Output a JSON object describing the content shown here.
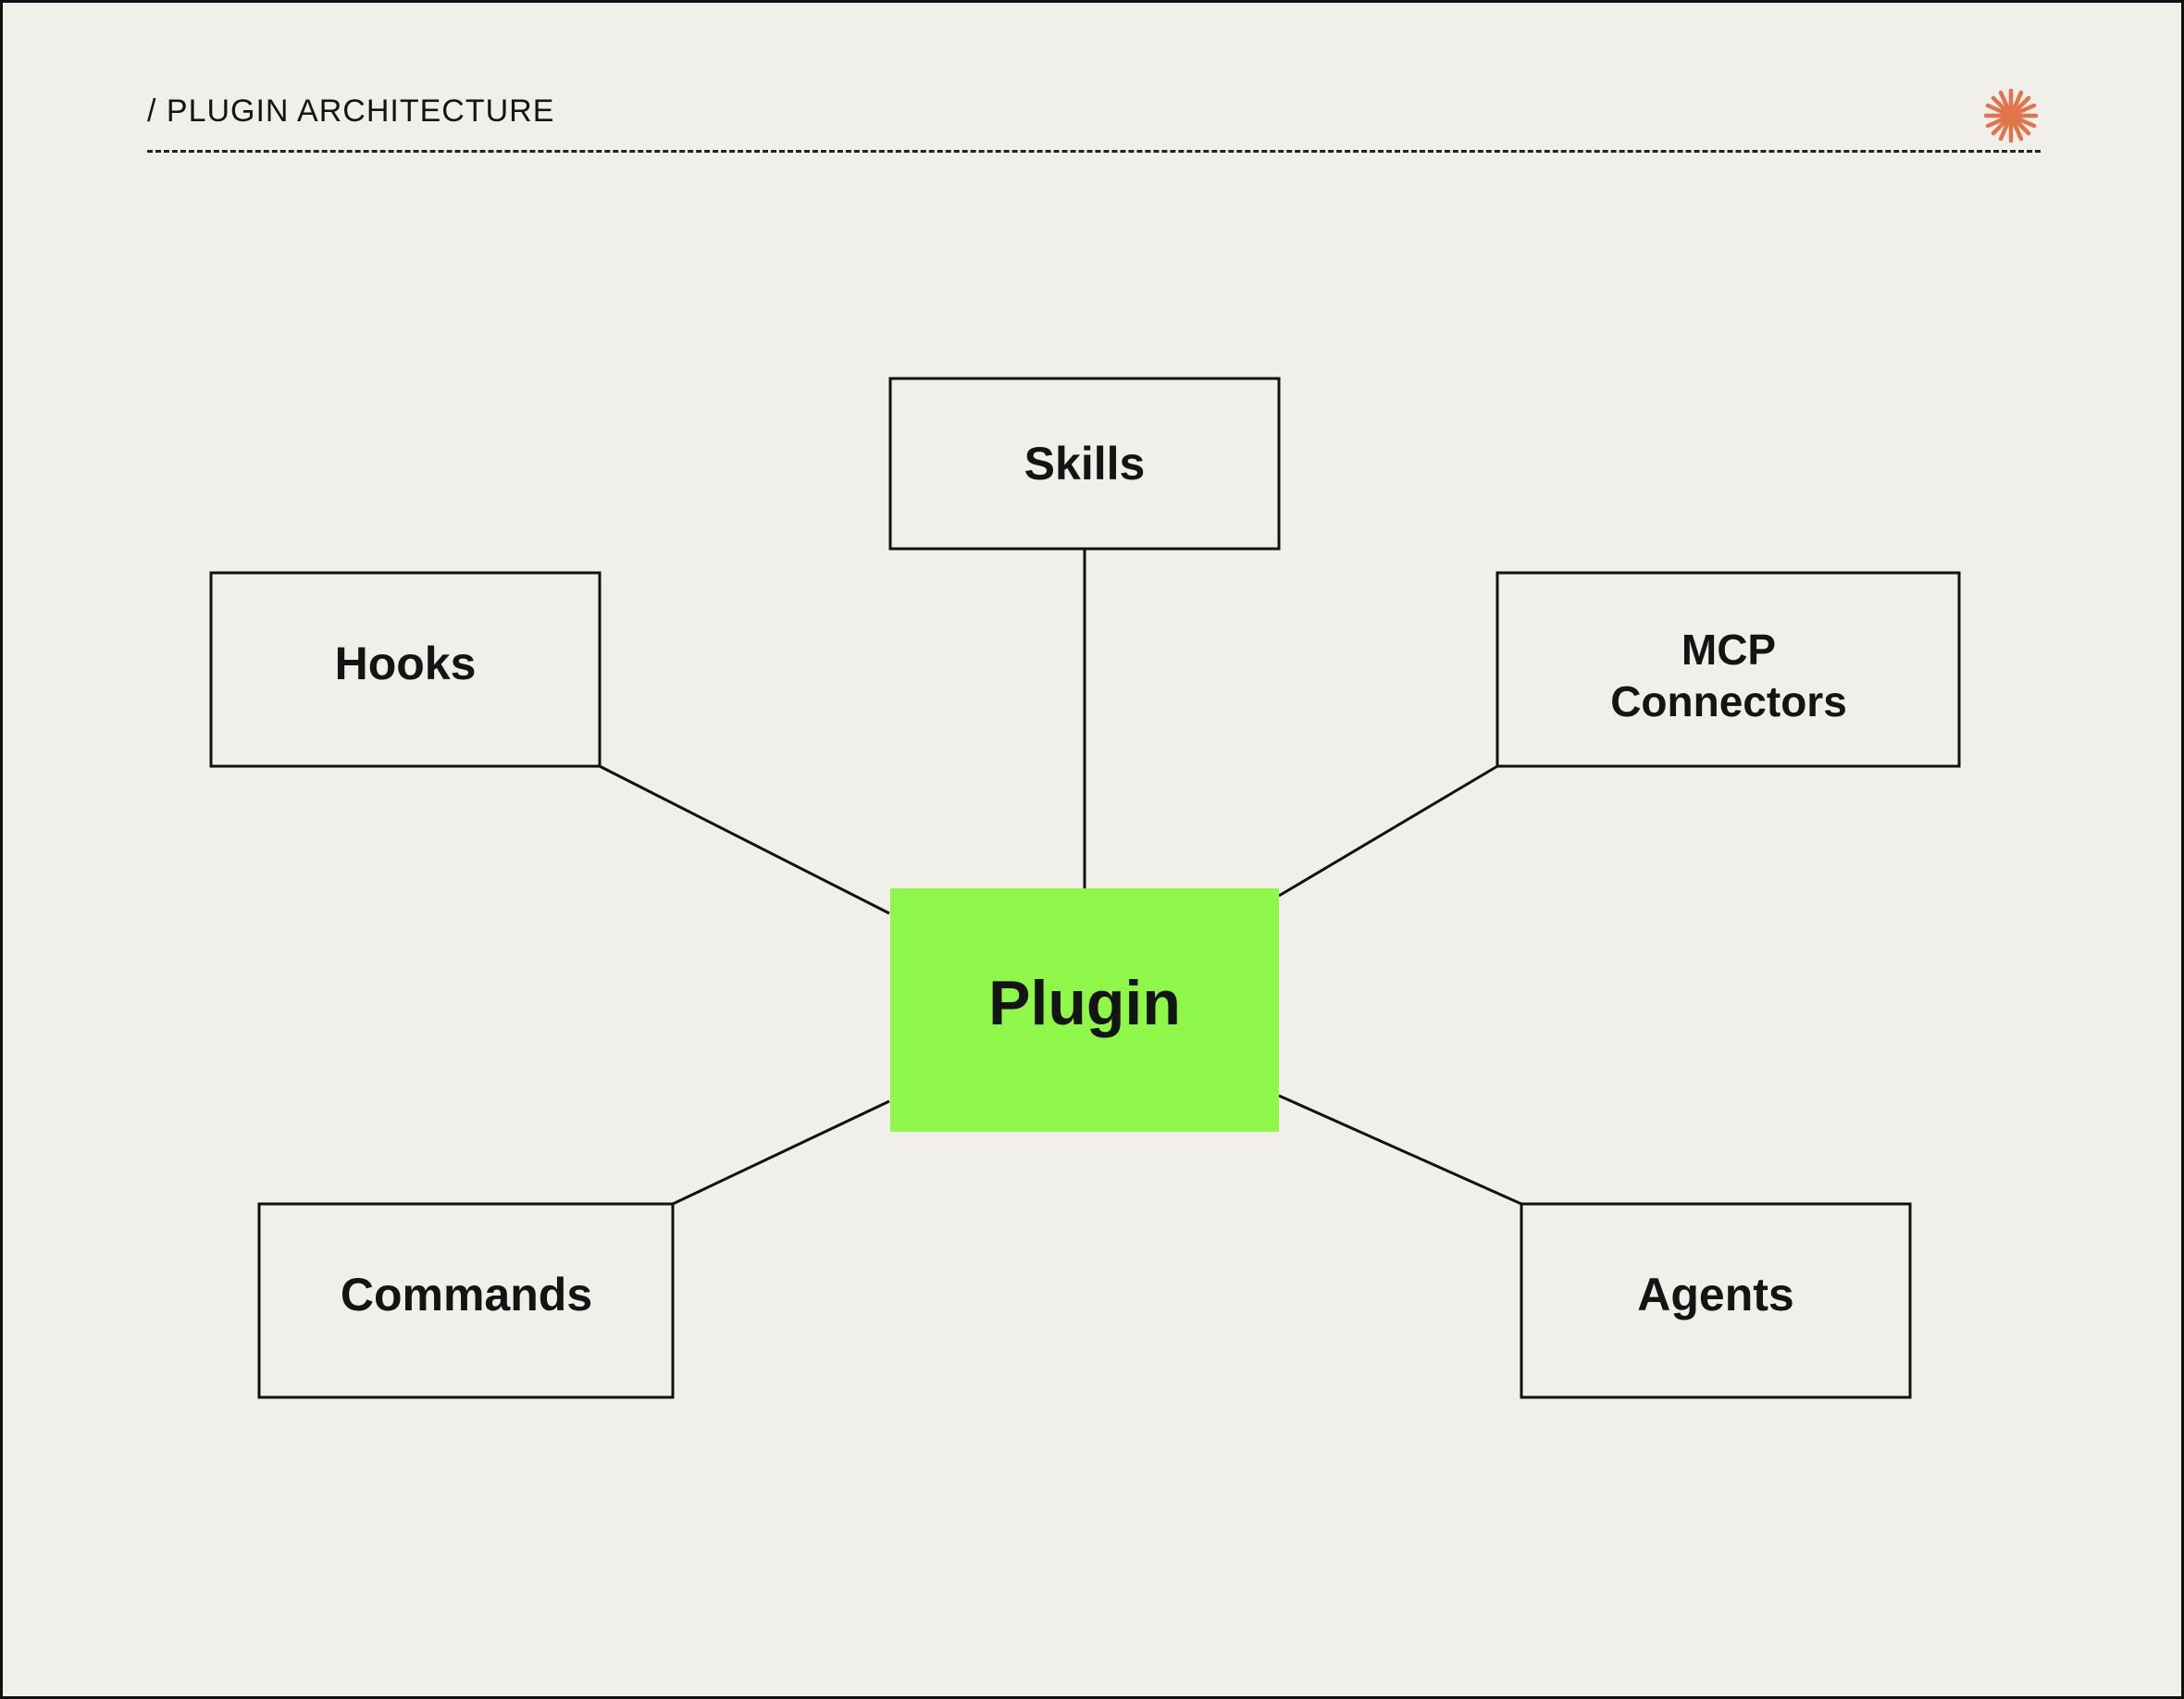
{
  "header": {
    "label": "/ PLUGIN ARCHITECTURE",
    "logo_icon": "orange-asterisk-icon"
  },
  "colors": {
    "background": "#f0efea",
    "center_fill": "#8ef74a",
    "stroke": "#111111",
    "logo": "#e0744a"
  },
  "diagram": {
    "center": {
      "label": "Plugin"
    },
    "nodes": {
      "skills": {
        "lines": [
          "Skills"
        ]
      },
      "hooks": {
        "lines": [
          "Hooks"
        ]
      },
      "mcp": {
        "lines": [
          "MCP",
          "Connectors"
        ]
      },
      "commands": {
        "lines": [
          "Commands"
        ]
      },
      "agents": {
        "lines": [
          "Agents"
        ]
      }
    }
  }
}
